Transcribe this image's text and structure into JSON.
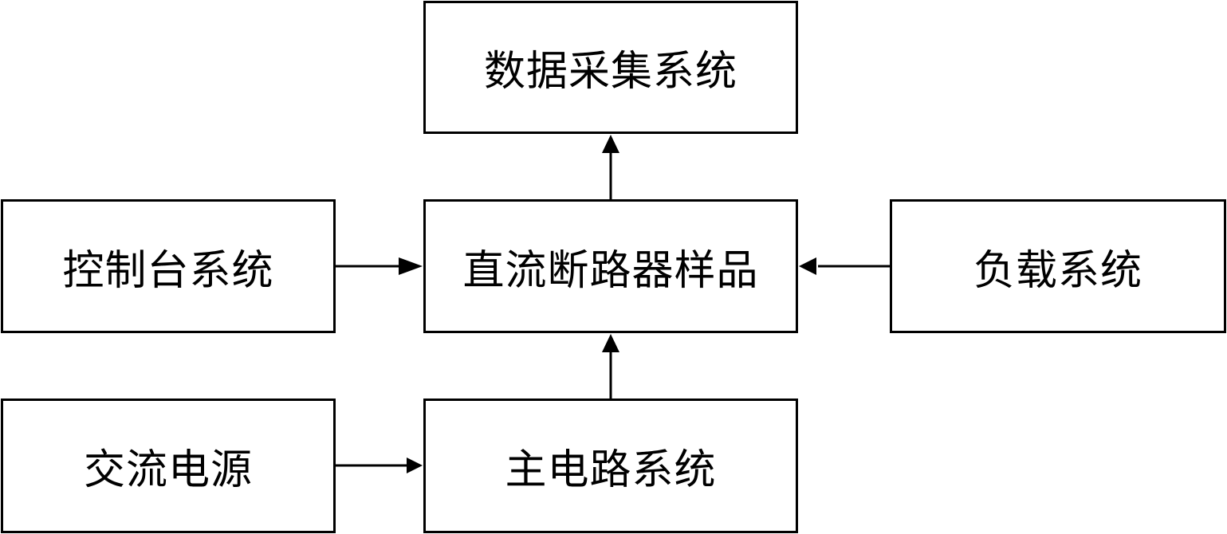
{
  "diagram": {
    "nodes": {
      "data_acquisition": "数据采集系统",
      "console": "控制台系统",
      "breaker_sample": "直流断路器样品",
      "load": "负载系统",
      "ac_source": "交流电源",
      "main_circuit": "主电路系统"
    },
    "edges": [
      {
        "from": "console",
        "to": "breaker_sample"
      },
      {
        "from": "load",
        "to": "breaker_sample"
      },
      {
        "from": "main_circuit",
        "to": "breaker_sample"
      },
      {
        "from": "breaker_sample",
        "to": "data_acquisition"
      },
      {
        "from": "ac_source",
        "to": "main_circuit"
      }
    ],
    "colors": {
      "stroke": "#000000",
      "background": "#ffffff"
    }
  }
}
